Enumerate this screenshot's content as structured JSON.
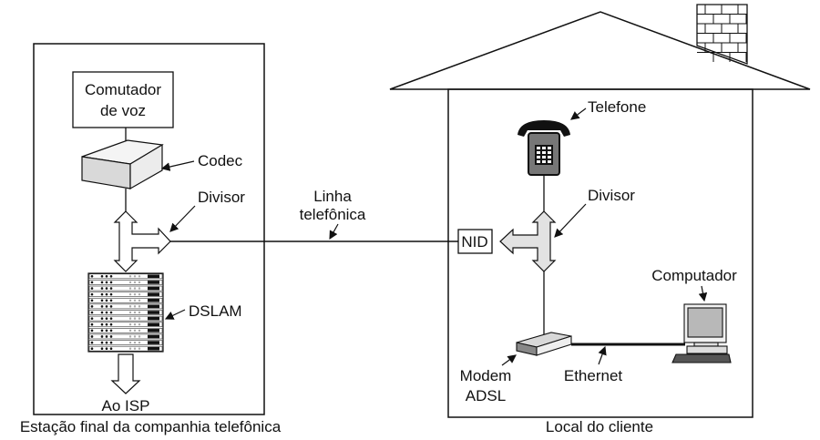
{
  "left": {
    "caption": "Estação final da companhia telefônica",
    "switch_line1": "Comutador",
    "switch_line2": "de voz",
    "codec": "Codec",
    "splitter": "Divisor",
    "dslam": "DSLAM",
    "isp": "Ao ISP"
  },
  "line": {
    "line1": "Linha",
    "line2": "telefônica"
  },
  "right": {
    "caption": "Local do cliente",
    "phone": "Telefone",
    "splitter": "Divisor",
    "nid": "NID",
    "computer": "Computador",
    "modem_line1": "Modem",
    "modem_line2": "ADSL",
    "ethernet": "Ethernet"
  },
  "colors": {
    "line": "#111111",
    "splitter_right_fill": "#e2e2e2",
    "codec_fill": "#d9d9d9",
    "screen": "#b8b8b8"
  }
}
